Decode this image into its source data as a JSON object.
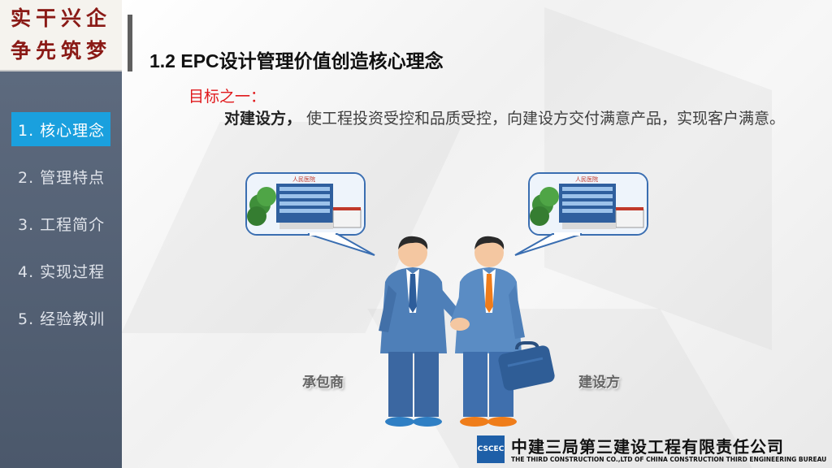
{
  "sidebar": {
    "slogan_line1": "实干兴企",
    "slogan_line2": "争先筑梦",
    "items": [
      {
        "label": "1.  核心理念",
        "active": true
      },
      {
        "label": "2.  管理特点",
        "active": false
      },
      {
        "label": "3.  工程简介",
        "active": false
      },
      {
        "label": "4.  实现过程",
        "active": false
      },
      {
        "label": "5.  经验教训",
        "active": false
      }
    ]
  },
  "main": {
    "title": "1.2 EPC设计管理价值创造核心理念",
    "goal_label": "目标之一：",
    "goal_bold": "对建设方，",
    "goal_text": " 使工程投资受控和品质受控，向建设方交付满意产品，实现客户满意。",
    "bubble_sign": "人民医院",
    "left_caption": "承包商",
    "right_caption": "建设方"
  },
  "footer": {
    "logo_text": "CSCEC",
    "company_cn": "中建三局第三建设工程有限责任公司",
    "company_en": "THE THIRD CONSTRUCTION CO.,LTD OF CHINA CONSTRUCTION THIRD ENGINEERING BUREAU"
  },
  "colors": {
    "accent": "#1aa0de",
    "sidebar_bg": "#4b586b",
    "goal_red": "#e0191c",
    "suit_blue": "#4e7fb8",
    "bubble_border": "#3a6eb1"
  }
}
